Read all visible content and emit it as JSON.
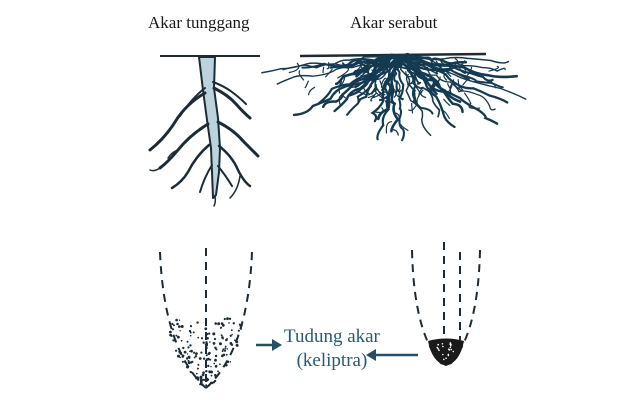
{
  "labels": {
    "taproot": "Akar tunggang",
    "fibrous": "Akar serabut",
    "cap_line1": "Tudung akar",
    "cap_line2": "(keliptra)"
  },
  "colors": {
    "ink": "#1c2b36",
    "root_fill": "#bcd3dd",
    "fibrous_root": "#143a52",
    "callout_text": "#275b74",
    "arrow": "#274f63"
  }
}
